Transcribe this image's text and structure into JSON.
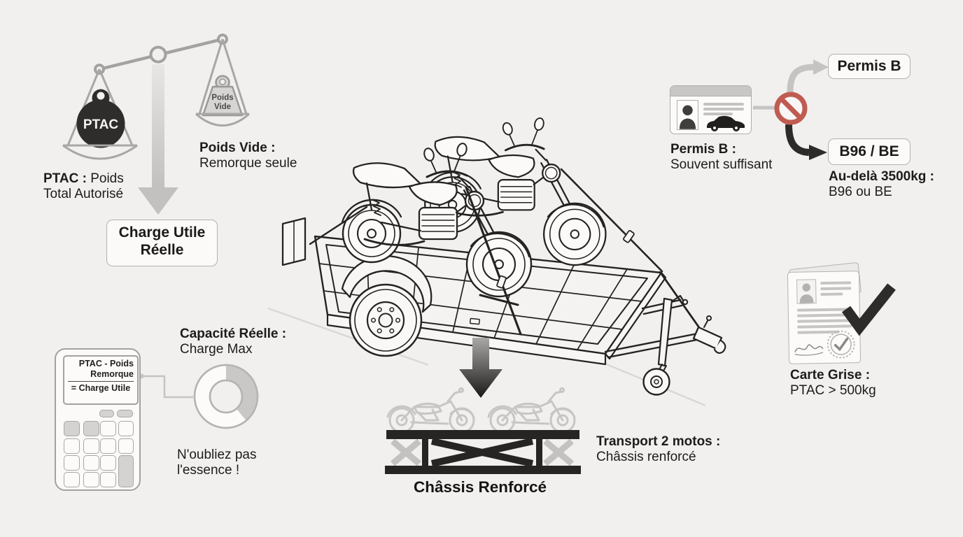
{
  "colors": {
    "background": "#f1f0ee",
    "ink": "#1d1c1b",
    "dark_arrow": "#2c2b2a",
    "gray_arrow": "#c5c4c3",
    "prohibition_red": "#c05b52"
  },
  "scale": {
    "left_weight_label": "PTAC",
    "right_weight_line1": "Poids",
    "right_weight_line2": "Vide",
    "left_caption_bold": "PTAC :",
    "left_caption_rest": "Poids",
    "left_caption_line2": "Total Autorisé",
    "right_caption_bold": "Poids Vide :",
    "right_caption_line2": "Remorque seule",
    "result_box_line1": "Charge Utile",
    "result_box_line2": "Réelle"
  },
  "calculator": {
    "display_line1": "PTAC - Poids",
    "display_line2": "Remorque",
    "display_line3": "= Charge Utile",
    "capacity_caption_bold": "Capacité Réelle :",
    "capacity_caption_line2": "Charge Max",
    "note_line1": "N'oubliez pas",
    "note_line2": "l'essence !"
  },
  "license": {
    "caption_bold": "Permis B :",
    "caption_line2": "Souvent suffisant",
    "permis_b_label": "Permis B",
    "b96_be_label": "B96 / BE",
    "threshold_bold": "Au-delà 3500kg :",
    "threshold_line2": "B96 ou BE"
  },
  "registration": {
    "caption_bold": "Carte Grise :",
    "caption_line2": "PTAC > 500kg"
  },
  "chassis": {
    "title": "Châssis Renforcé",
    "caption_bold": "Transport 2 motos :",
    "caption_line2": "Châssis renforcé"
  }
}
